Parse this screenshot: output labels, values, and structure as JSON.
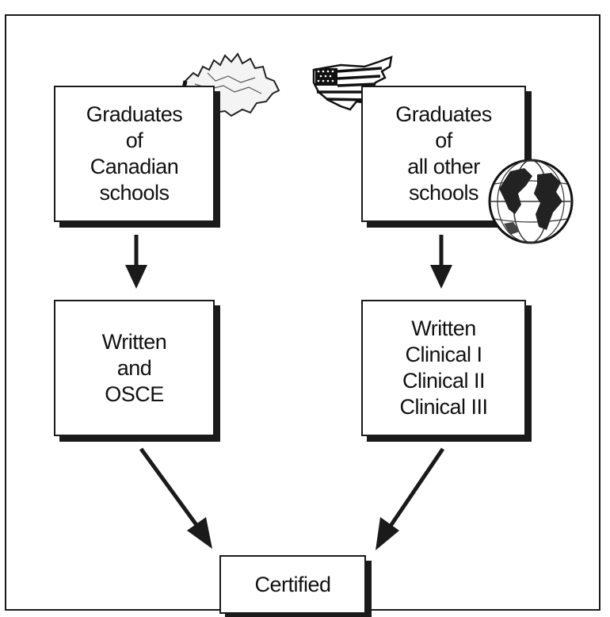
{
  "boxes": {
    "canadian": [
      "Graduates",
      "of",
      "Canadian",
      "schools"
    ],
    "other": [
      "Graduates",
      "of",
      "all other",
      "schools"
    ],
    "written_osce": [
      "Written",
      "and",
      "OSCE"
    ],
    "written_clinical": [
      "Written",
      "Clinical I",
      "Clinical II",
      "Clinical III"
    ],
    "certified": [
      "Certified"
    ]
  },
  "icons": [
    "canada-map-icon",
    "usa-flag-map-icon",
    "globe-icon"
  ],
  "colors": {
    "ink": "#1a1a1a",
    "background": "#ffffff"
  }
}
